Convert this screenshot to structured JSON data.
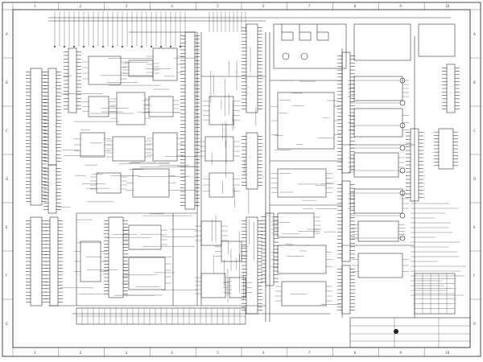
{
  "document": {
    "type": "electrical wiring schematic",
    "orientation": "landscape",
    "zone_columns": [
      "1",
      "2",
      "3",
      "4",
      "5",
      "6",
      "7",
      "8",
      "9",
      "10"
    ],
    "zone_rows": [
      "A",
      "B",
      "C",
      "D",
      "E",
      "F",
      "G"
    ],
    "colors": {
      "paper": "#ffffff",
      "ink": "#333333"
    }
  }
}
